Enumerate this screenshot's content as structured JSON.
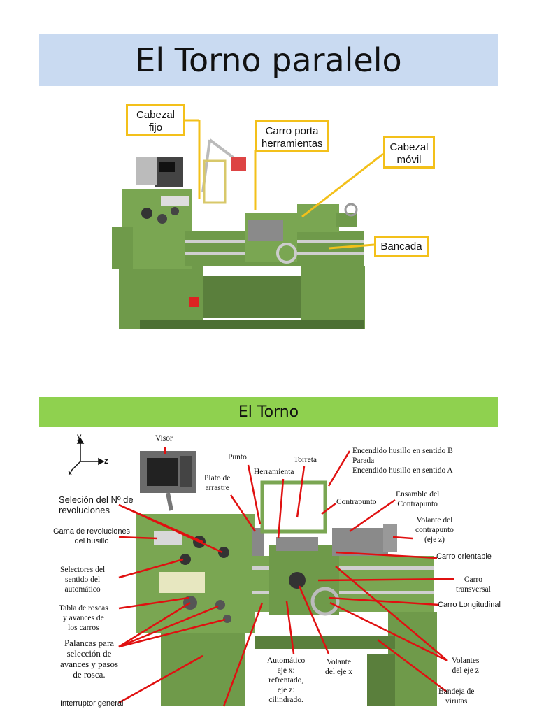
{
  "title": "El Torno paralelo",
  "subtitle": "El Torno",
  "top_callouts": {
    "cabezal_fijo": "Cabezal\nfijo",
    "carro_porta": "Carro porta\nherramientas",
    "cabezal_movil": "Cabezal\nmóvil",
    "bancada": "Bancada"
  },
  "axes": {
    "y": "y",
    "z": "z",
    "x": "x"
  },
  "labels": {
    "visor": "Visor",
    "punto": "Punto",
    "torreta": "Torreta",
    "herramienta": "Herramienta",
    "plato": "Plato de\narrastre",
    "encendido_b": "Encendido husillo en sentido B",
    "parada": "Parada",
    "encendido_a": "Encendido husillo en sentido A",
    "ensamble": "Ensamble del\nContrapunto",
    "contrapunto": "Contrapunto",
    "volante_contrapunto": "Volante del\ncontrapunto\n(eje z)",
    "carro_orientable": "Carro orientable",
    "carro_transversal": "Carro\ntransversal",
    "carro_longitudinal": "Carro Longitudinal",
    "seleccion": "Seleción del Nº de\nrevoluciones",
    "gama": "Gama de revoluciones\ndel husillo",
    "selectores": "Selectores del\nsentido del\nautomático",
    "tabla": "Tabla de roscas\ny avances de\nlos carros",
    "palancas": "Palancas para\nselección de\navances y pasos\nde rosca.",
    "interruptor": "Interruptor general",
    "automatico": "Automático\neje x:\nrefrentado,\neje z:\ncilindrado.",
    "volante_x": "Volante\ndel eje x",
    "volantes_z": "Volantes\ndel eje z",
    "bandeja": "Bandeja de\nvirutas"
  },
  "colors": {
    "machine": "#6f9a4a",
    "machine_dark": "#4d7034",
    "callout_border": "#f3c01a",
    "arrow": "#e01010"
  }
}
